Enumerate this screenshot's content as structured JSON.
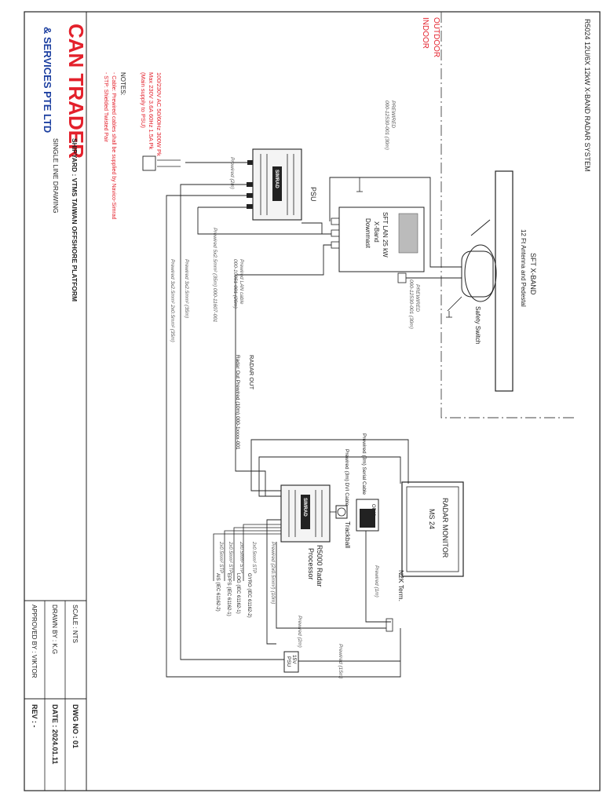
{
  "title": "R5024 12U/6X 12kW X-BAND RADAR SYSTEM",
  "zones": {
    "outdoor": "OUTDOOR",
    "indoor": "INDOOR"
  },
  "antenna": {
    "line1": "SFT X-BAND",
    "line2": "12 Ft Antenna and Pedestal"
  },
  "safety_switch": "Safety Switch",
  "transceiver": {
    "line1": "SFT LAN 25 kW",
    "line2": "X-Band",
    "line3": "Downmast"
  },
  "psu_main": {
    "label": "PSU",
    "brand": "SIMRAD"
  },
  "processor": {
    "line1": "R5000 Radar",
    "line2": "Processor",
    "brand": "SIMRAD"
  },
  "monitor": {
    "line1": "RADAR MONITOR",
    "line2": "MS 24"
  },
  "trackball": "Trackball",
  "keypad": "OP40",
  "n2k_term": "N2K Term.",
  "psu_small": {
    "line1": "15V",
    "line2": "PSU"
  },
  "cables": {
    "prewired_2m_a": "Prewired (2m)",
    "prewired_5x25": "Prewired 5x2.5mm² (35m) 000-11607-001",
    "prewired_10m_a": "PREWIRED",
    "prewired_10m_b": "000-12530-001 (30m)",
    "prewired_mast_a": "PREWIRED",
    "prewired_mast_b": "000-12530-001 (30m)",
    "prewired_lan_a": "Prewired LAN cable",
    "prewired_lan_b": "000-10051-001 (20m)",
    "prewired_3x25_a": "Prewired 3x2.5mm² (35m)",
    "prewired_3x25_b": "Prewired 3x2.5mm² 2x0.5mm² (35m)",
    "serial": "Prewired (3m)  Serial Cable",
    "dvi": "Prewired (3m)  DVI Cable",
    "n2k_1": "Prewired (1m)",
    "n2k_2": "Prewired (2m)",
    "psu_15m": "Prewired (15m)",
    "radar_out": "RADAR OUT",
    "radar_out_sub": "Radar Out Prewired (10m) 000-1xxxx-001",
    "gyro_a": "2x0.5mm² STP",
    "gyro_b": "GYRO (IEC 61162-2)",
    "log_a": "2x0.5mm² STP",
    "log_b": "LOG (IEC 61162-1)",
    "epfs_a": "2x0.5mm² STP",
    "epfs_b": "EPFS (IEC 61162-1)",
    "ais_a": "2x0.5mm² STP",
    "ais_b": "AIS (IEC 61162-2)",
    "prewired_processor": "Prewired (2x0.5mm²) (10m)"
  },
  "power": {
    "line1": "100/230V AC 50/60Hz 300W Pk",
    "line2": "Max 230V 3.6A 60Hz 1.5A Pk",
    "line3": "(Main supply to PSU)"
  },
  "notes": {
    "heading": "NOTES:",
    "note1": "- Cable: Prewired cables shall be supplied by Navico-Simrad",
    "note2": "- STP: Shielded Twisted Pair"
  },
  "company": {
    "line1": "CAN TRADER",
    "line2": "& SERVICES PTE LTD"
  },
  "shipyard": "SHIPYARD : VTMS TAIWAN OFFSHORE PLATFORM",
  "drawing_type": "SINGLE LINE DRAWING",
  "title_block": {
    "scale": "SCALE : NTS",
    "drawn_by": "DRAWN BY : K.G",
    "approved_by": "APPROVED BY : VIKTOR",
    "dwg_no": "DWG NO : 01",
    "date": "DATE : 2024.01.11",
    "rev": "REV : -"
  },
  "colors": {
    "ink": "#222222",
    "red": "#e3202b",
    "blue": "#1c3fa0",
    "dash": "#444444"
  }
}
